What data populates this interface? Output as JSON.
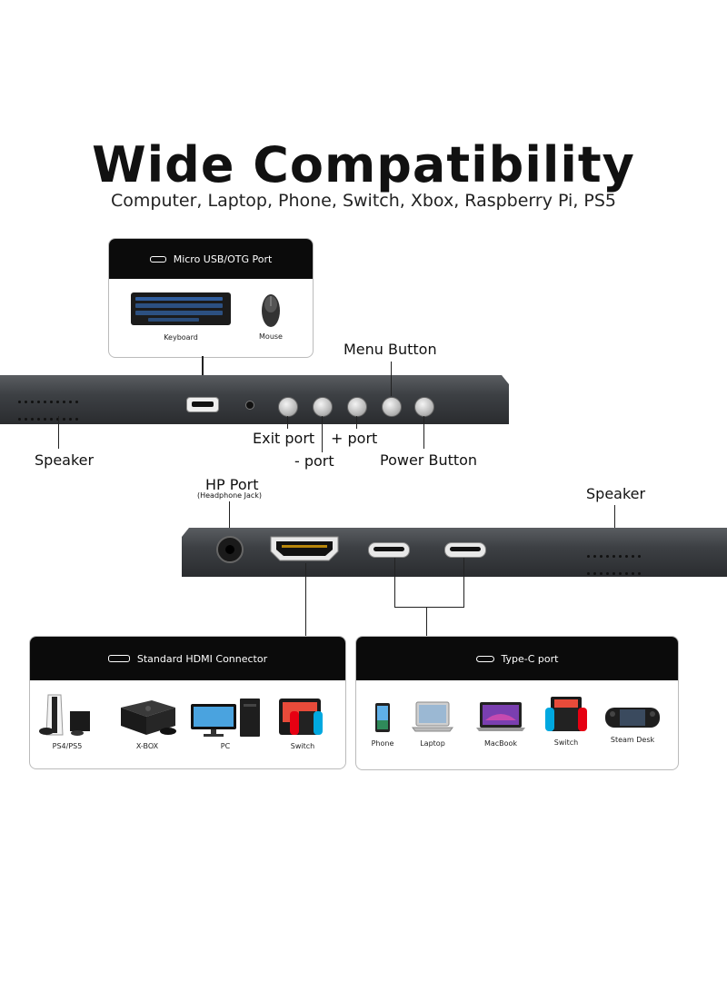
{
  "header": {
    "title": "Wide Compatibility",
    "subtitle": "Computer, Laptop, Phone, Switch, Xbox, Raspberry Pi, PS5"
  },
  "usb_card": {
    "heading": "Micro USB/OTG  Port",
    "items": [
      {
        "label": "Keyboard",
        "icon": "keyboard-icon"
      },
      {
        "label": "Mouse",
        "icon": "mouse-icon"
      }
    ]
  },
  "top_panel": {
    "callouts": {
      "menu": "Menu Button",
      "exit": "Exit port",
      "plus": "+  port",
      "minus": "-  port",
      "power": "Power Button",
      "speaker": "Speaker"
    }
  },
  "bottom_panel": {
    "hp_port": "HP Port",
    "hp_sub": "(Headphone Jack)",
    "speaker": "Speaker"
  },
  "hdmi_card": {
    "heading": "Standard HDMI Connector",
    "items": [
      {
        "label": "PS4/PS5",
        "icon": "playstation-icon"
      },
      {
        "label": "X-BOX",
        "icon": "xbox-icon"
      },
      {
        "label": "PC",
        "icon": "pc-icon"
      },
      {
        "label": "Switch",
        "icon": "switch-icon"
      }
    ]
  },
  "typec_card": {
    "heading": "Type-C port",
    "items": [
      {
        "label": "Phone",
        "icon": "phone-icon"
      },
      {
        "label": "Laptop",
        "icon": "laptop-icon"
      },
      {
        "label": "MacBook",
        "icon": "macbook-icon"
      },
      {
        "label": "Switch",
        "icon": "switch-icon"
      },
      {
        "label": "Steam Desk",
        "icon": "steam-deck-icon"
      }
    ]
  }
}
